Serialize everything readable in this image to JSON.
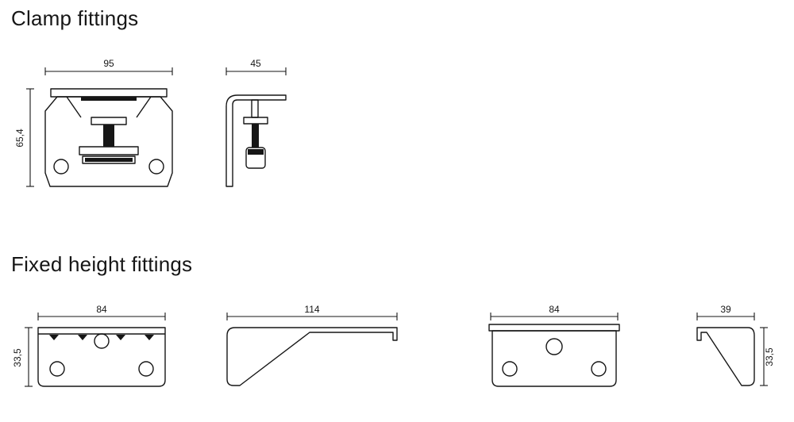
{
  "titles": {
    "clamp": "Clamp fittings",
    "fixed": "Fixed height fittings"
  },
  "clamp": {
    "front": {
      "width_label": "95",
      "height_label": "65,4"
    },
    "side": {
      "width_label": "45"
    }
  },
  "fixed": {
    "front": {
      "width_label": "84",
      "height_label": "33,5"
    },
    "side_long": {
      "width_label": "114"
    },
    "back": {
      "width_label": "84"
    },
    "side_small": {
      "width_label": "39",
      "height_label": "33,5"
    }
  },
  "colors": {
    "line": "#161616",
    "background": "#ffffff"
  }
}
